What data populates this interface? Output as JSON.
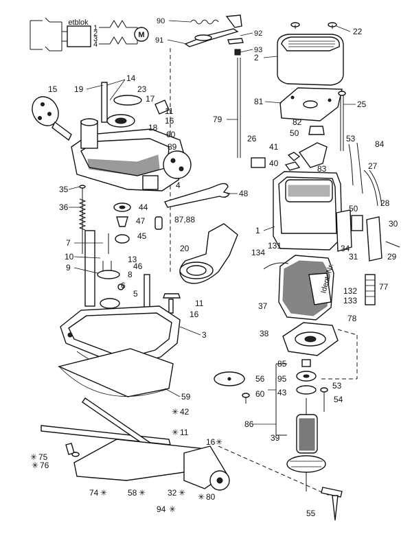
{
  "schematic": {
    "switch_label": "etblok",
    "terminal_labels": [
      "1",
      "2",
      "3",
      "4"
    ],
    "motor_symbol": "M"
  },
  "callouts": [
    "90",
    "91",
    "92",
    "93",
    "22",
    "2",
    "81",
    "82",
    "25",
    "79",
    "26",
    "50",
    "41",
    "40",
    "83",
    "53",
    "84",
    "27",
    "28",
    "50",
    "48",
    "1",
    "30",
    "34",
    "31",
    "29",
    "19",
    "14",
    "15",
    "23",
    "17",
    "11",
    "16",
    "18",
    "60",
    "89",
    "4",
    "35",
    "36",
    "44",
    "47",
    "87,88",
    "20",
    "7",
    "45",
    "10",
    "13",
    "9",
    "46",
    "8",
    "6",
    "5",
    "11",
    "16",
    "3",
    "134",
    "131",
    "132",
    "133",
    "77",
    "37",
    "78",
    "38",
    "85",
    "95",
    "56",
    "53",
    "43",
    "54",
    "60",
    "59",
    "86",
    "39",
    "42",
    "11",
    "16",
    "75",
    "76",
    "74",
    "58",
    "32",
    "80",
    "94",
    "55"
  ],
  "markings": {
    "ident_plate": "Ident. Nr."
  },
  "footnote_marker": "✳",
  "icons": {
    "motor": "motor-symbol-icon",
    "asterisk": "asterisk-icon"
  }
}
